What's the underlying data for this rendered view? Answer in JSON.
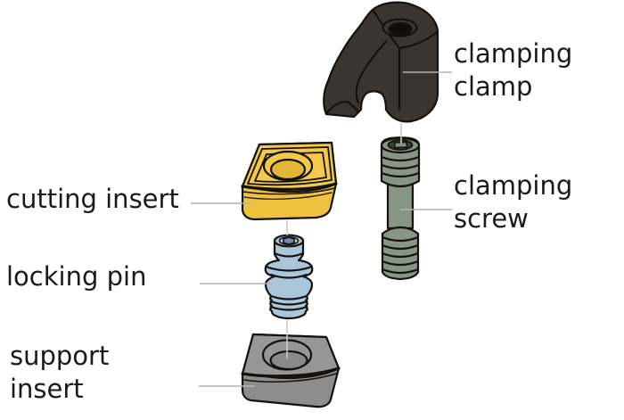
{
  "figure": {
    "type": "exploded-assembly-diagram",
    "subject": "lathe tool holder insert clamping assembly",
    "labels": {
      "clamping_clamp": "clamping\nclamp",
      "cutting_insert": "cutting insert",
      "clamping_screw": "clamping\nscrew",
      "locking_pin": "locking pin",
      "support_insert": "support\ninsert"
    },
    "parts": [
      {
        "name": "clamping clamp",
        "color": "#3a352f"
      },
      {
        "name": "cutting insert",
        "color": "#f2c94b"
      },
      {
        "name": "clamping screw",
        "color": "#879584"
      },
      {
        "name": "locking pin",
        "color": "#a9c6da"
      },
      {
        "name": "support insert",
        "color": "#969696"
      }
    ]
  },
  "colors": {
    "background": "#ffffff",
    "text": "#1a1a1a",
    "outline": "#14110e",
    "leader": "#b3b3b3",
    "axis": "#c9c9c9",
    "clamp": "#3a352f",
    "clamp_hole": "#0f0d0b",
    "insert_top": "#f2c94b",
    "insert_side": "#eec23d",
    "insert_hole": "#e4b637",
    "screw": "#879584",
    "screw_dark": "#39423a",
    "pin": "#a9c6da",
    "pin_dark": "#6d8ca6",
    "support_top": "#979797",
    "support_side": "#8d8d8d",
    "support_hole": "#8a8a8a"
  }
}
